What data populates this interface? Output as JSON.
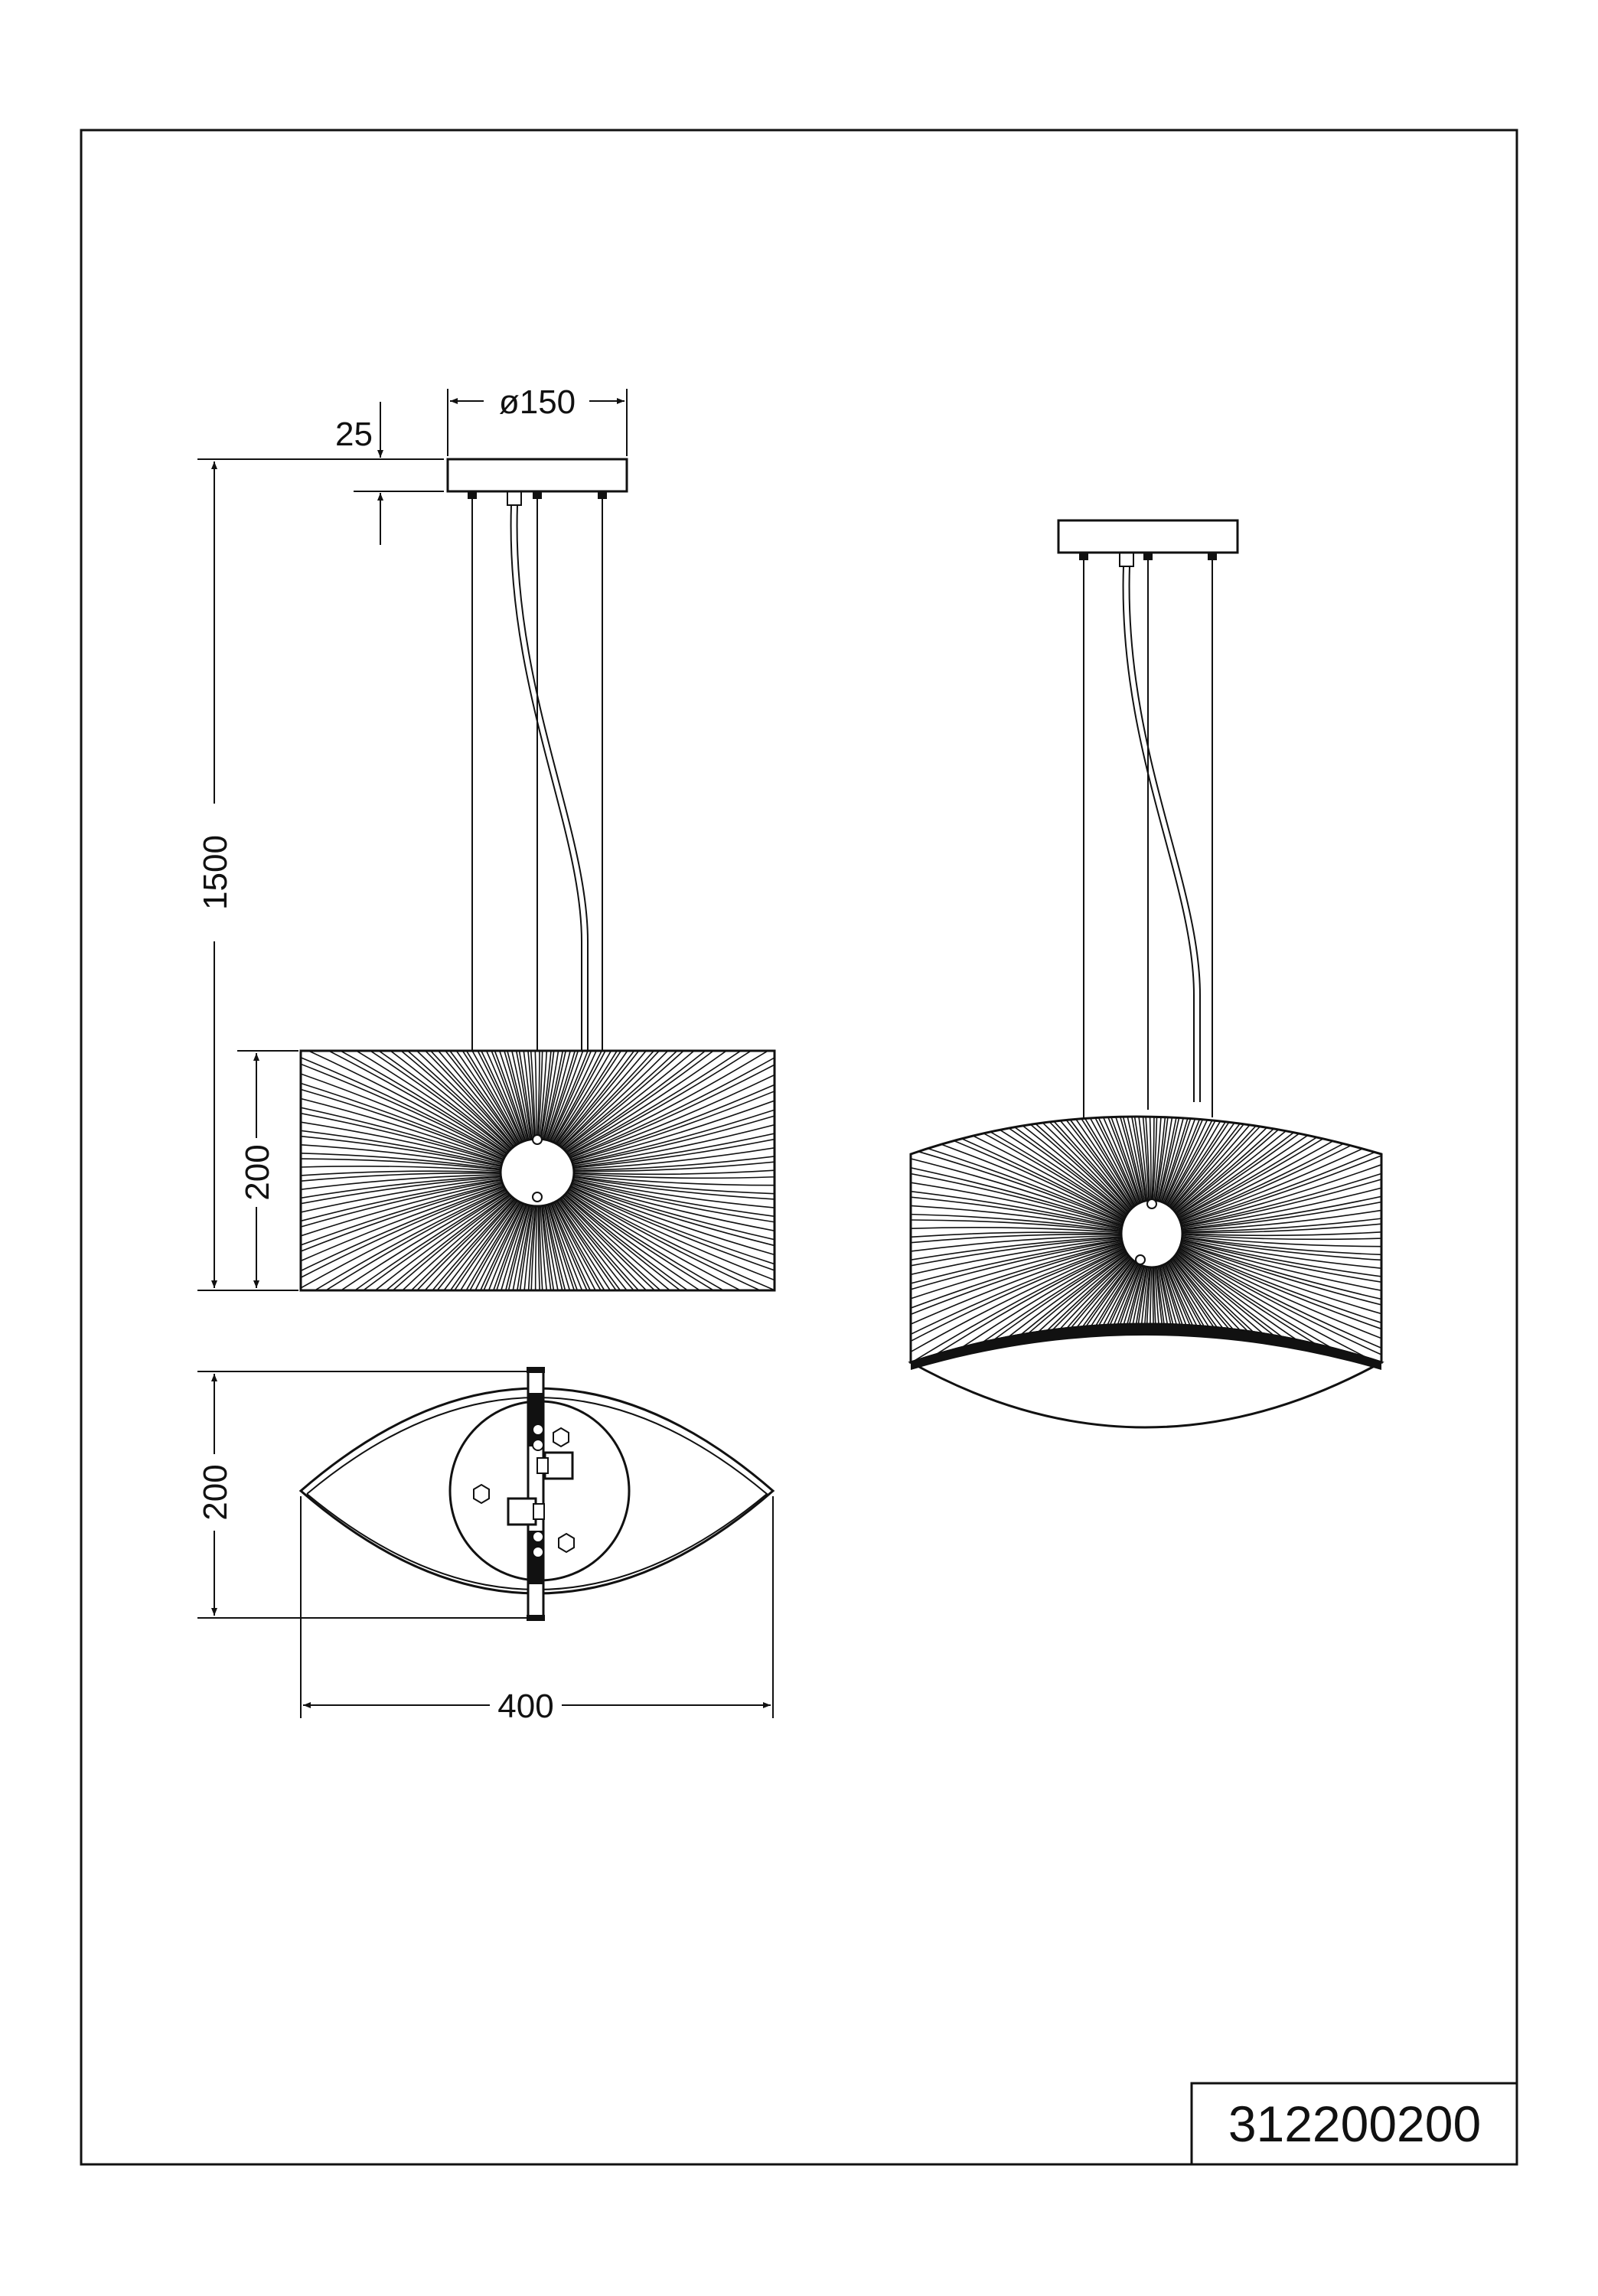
{
  "dimensions": {
    "canopy_height": "25",
    "canopy_diameter": "ø150",
    "overall_height": "1500",
    "shade_height_front": "200",
    "shade_depth_top": "200",
    "shade_width_top": "400"
  },
  "article_number": "312200200"
}
